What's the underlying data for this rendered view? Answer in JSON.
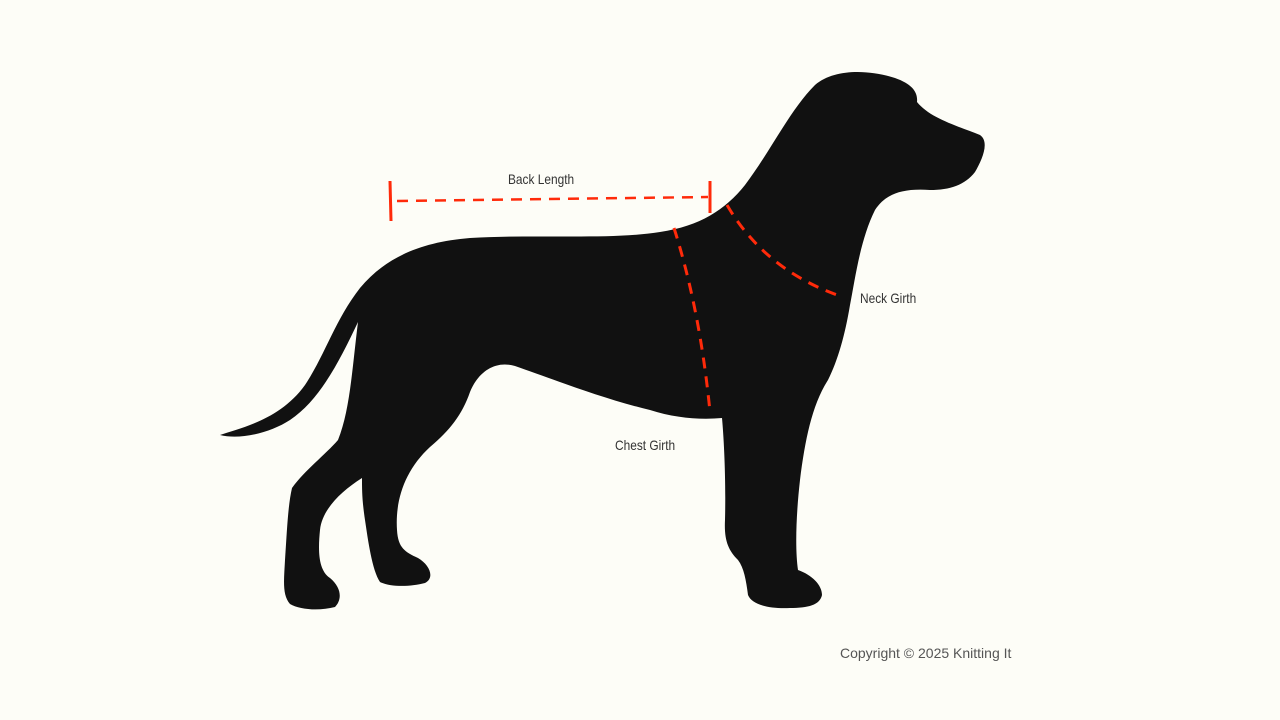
{
  "diagram": {
    "subject": "dog-silhouette",
    "measurements": [
      {
        "label": "Back Length"
      },
      {
        "label": "Neck Girth"
      },
      {
        "label": "Chest Girth"
      }
    ],
    "copyright": "Copyright © 2025 Knitting It"
  },
  "colors": {
    "background": "#fdfdf7",
    "silhouette": "#111111",
    "measure_line": "#ff2a0a",
    "text": "#333333"
  }
}
